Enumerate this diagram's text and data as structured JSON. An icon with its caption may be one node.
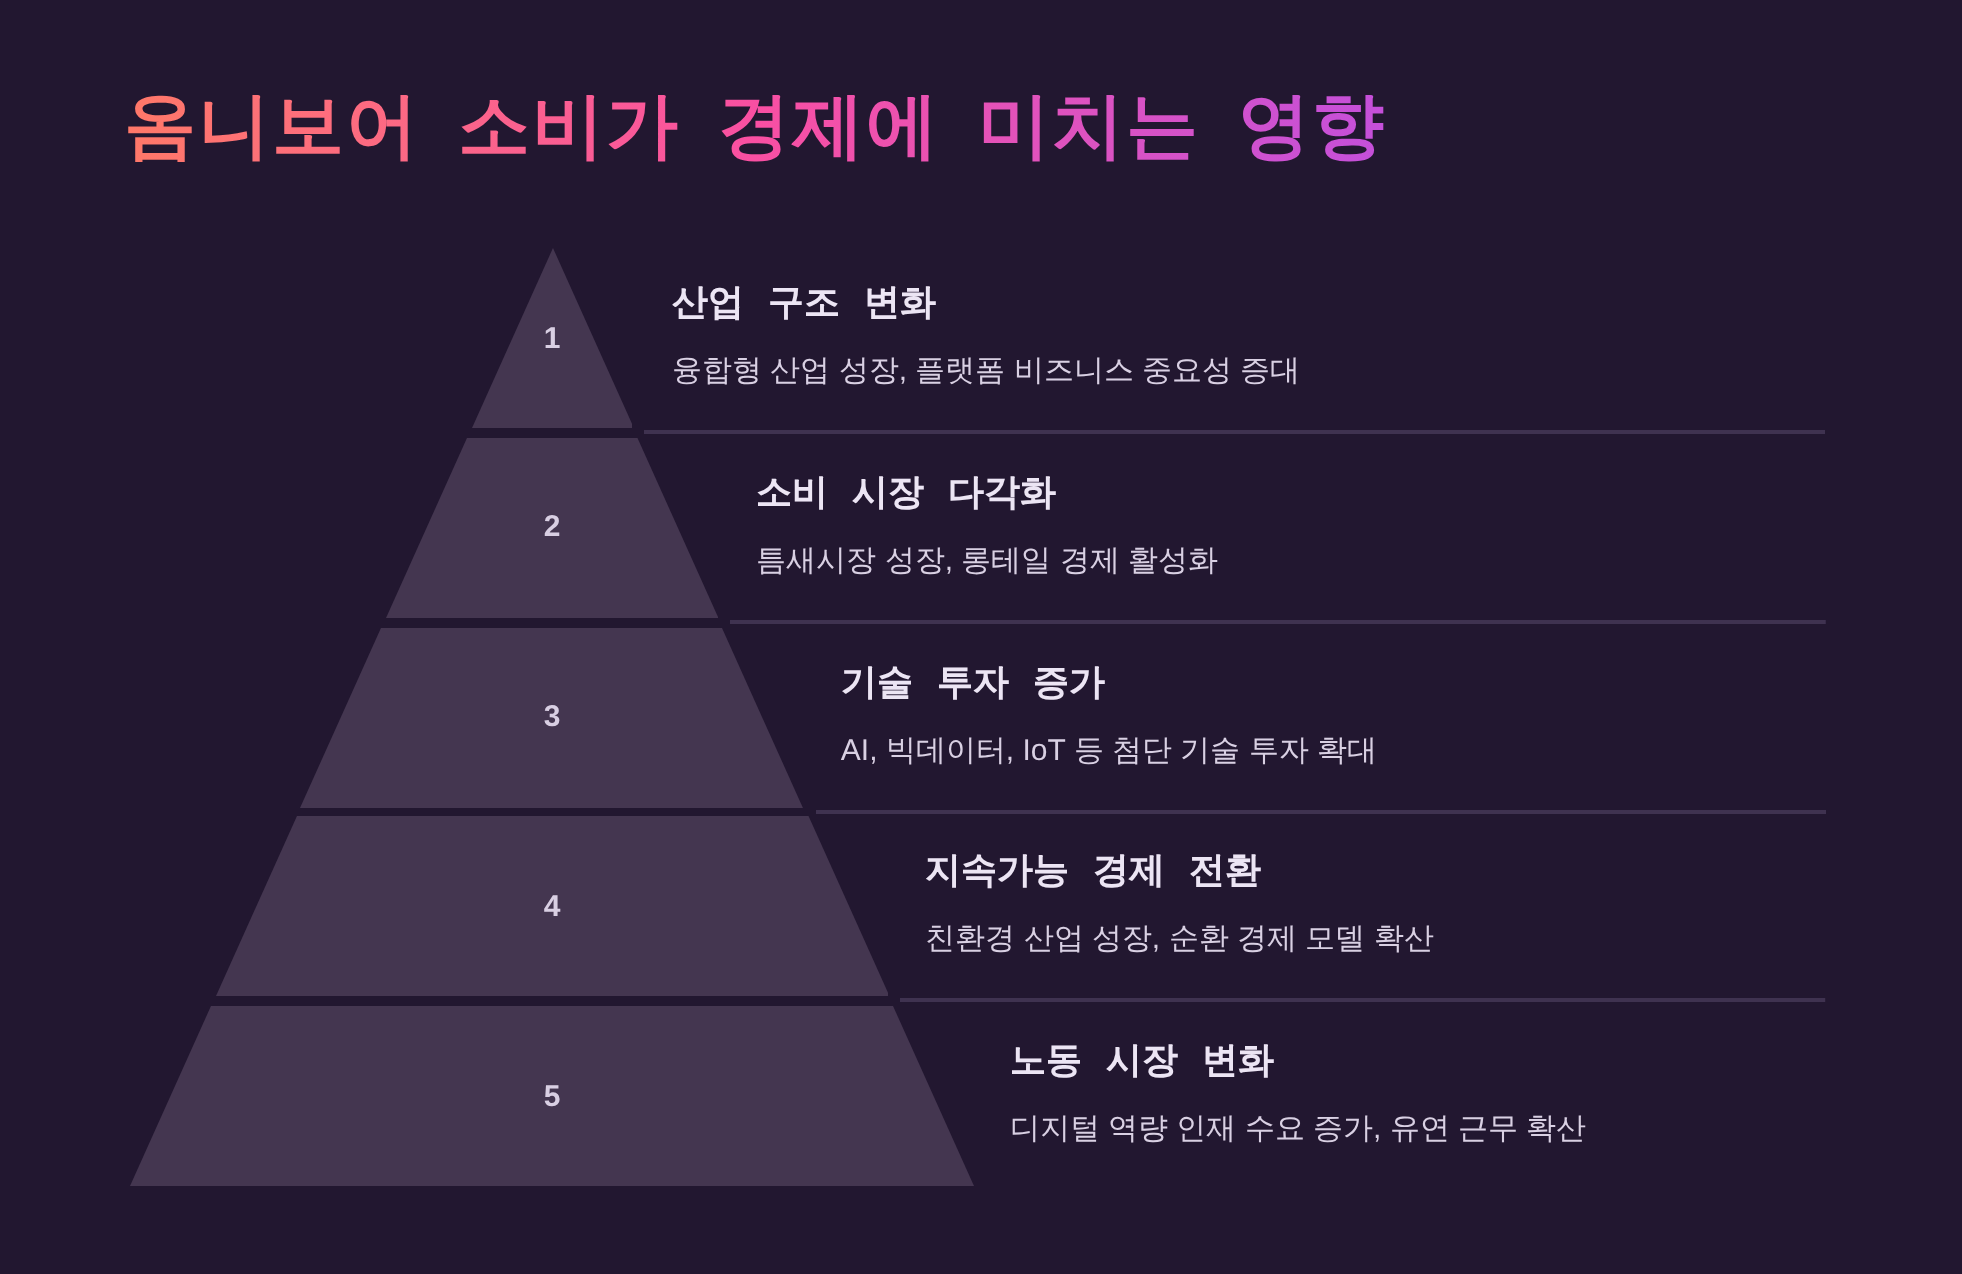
{
  "diagram": {
    "title": "옴니보어 소비가 경제에 미치는 영향",
    "nodes": [
      {
        "text": [
          "1"
        ],
        "beside": [
          "산업 구조 변화",
          "융합형 산업 성장, 플랫폼 비즈니스 중요성 증대"
        ]
      },
      {
        "text": [
          "2"
        ],
        "beside": [
          "소비 시장 다각화",
          "틈새시장 성장, 롱테일 경제 활성화"
        ]
      },
      {
        "text": [
          "3"
        ],
        "beside": [
          "기술 투자 증가",
          "AI, 빅데이터, IoT 등 첨단 기술 투자 확대"
        ]
      },
      {
        "text": [
          "4"
        ],
        "beside": [
          "지속가능 경제 전환",
          "친환경 산업 성장, 순환 경제 모델 확산"
        ]
      },
      {
        "text": [
          "5"
        ],
        "beside": [
          "노동 시장 변화",
          "디지털 역량 인재 수요 증가, 유연 근무 확산"
        ]
      }
    ]
  }
}
